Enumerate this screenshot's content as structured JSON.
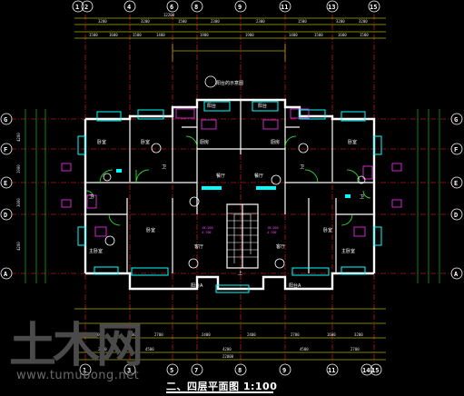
{
  "title": "二、四层平面图 1:100",
  "watermark": {
    "logo": "土木网",
    "url": "www.tumubong.net"
  },
  "axes_top": [
    "1",
    "2",
    "4",
    "6",
    "8",
    "9",
    "11",
    "13",
    "15"
  ],
  "axes_bottom": [
    "1",
    "3",
    "5",
    "7",
    "8",
    "9",
    "11",
    "14",
    "15"
  ],
  "axes_left": [
    "G",
    "F",
    "E",
    "D",
    "A"
  ],
  "axes_right": [
    "G",
    "F",
    "E",
    "D",
    "A"
  ],
  "dims_top_overall": "12200",
  "dims_top_row1": [
    "3200",
    "3200",
    "1500",
    "2300",
    "2300",
    "1500",
    "3200",
    "3200"
  ],
  "dims_top_row2": [
    "1500",
    "1600",
    "1500",
    "1400",
    "1900",
    "1900",
    "1400",
    "1500",
    "1600",
    "1500"
  ],
  "dims_bottom_row1": [
    "3200",
    "1600",
    "2700",
    "2400",
    "2400",
    "2700",
    "1600",
    "3200"
  ],
  "dims_bottom_row2": [
    "2700",
    "4500",
    "4200",
    "4500",
    "2700"
  ],
  "dims_bottom_overall": "22000",
  "dims_left": [
    "4200",
    "1900",
    "3000",
    "4200"
  ],
  "rooms": {
    "bedroom": "卧室",
    "master_bedroom": "主卧室",
    "living": "客厅",
    "dining": "餐厅",
    "kitchen": "厨房",
    "bath": "卫",
    "balcony": "阳台",
    "balcony_a": "阳台A",
    "stair_label": "上",
    "top_note": "阳台的示意图",
    "elev1": "10.200",
    "elev2": "4.700"
  },
  "colors": {
    "wall": "#ffffff",
    "axis": "#ff2020",
    "dim": "#ffff00",
    "window": "#00ffff",
    "door": "#30ff30",
    "tag": "#ff30ff"
  }
}
